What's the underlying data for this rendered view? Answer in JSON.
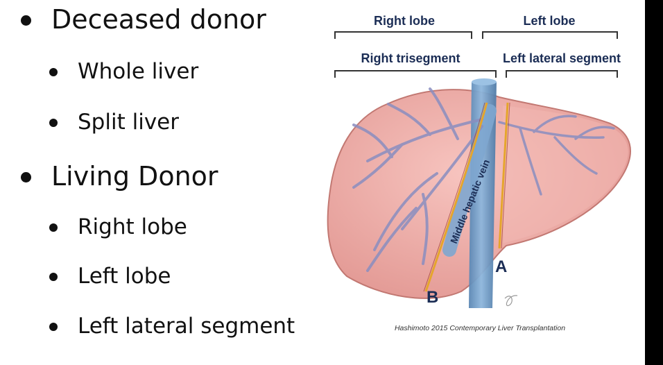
{
  "slide": {
    "items": [
      {
        "level": 1,
        "text": "Deceased donor"
      },
      {
        "level": 2,
        "text": "Whole liver"
      },
      {
        "level": 2,
        "text": "Split liver"
      },
      {
        "level": 1,
        "text": "Living Donor"
      },
      {
        "level": 2,
        "text": "Right lobe"
      },
      {
        "level": 2,
        "text": "Left lobe"
      },
      {
        "level": 2,
        "text": "Left lateral segment"
      }
    ]
  },
  "figure": {
    "labels": {
      "right_lobe": "Right lobe",
      "left_lobe": "Left lobe",
      "right_trisegment": "Right trisegment",
      "left_lateral_segment": "Left lateral segment",
      "vein": "Middle hepatic vein",
      "line_a": "A",
      "line_b": "B"
    },
    "citation": "Hashimoto 2015 Contemporary Liver Transplantation"
  },
  "colors": {
    "liver": "#eeaaa6",
    "liver_edge": "#c27872",
    "vein": "#6f9cc6",
    "branches": "#8a8ec0",
    "cut_line": "#e5a52c",
    "label_text": "#1b2d55"
  }
}
